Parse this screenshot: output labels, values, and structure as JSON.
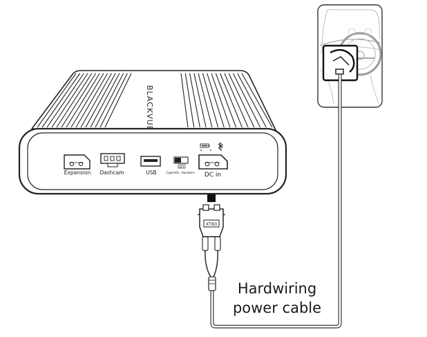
{
  "device": {
    "brand": "BLACKVUE",
    "ports": [
      {
        "id": "expansion",
        "label": "Expansion"
      },
      {
        "id": "dashcam",
        "label": "Dashcam"
      },
      {
        "id": "usb",
        "label": "USB"
      },
      {
        "id": "dcin",
        "label": "DC in"
      }
    ],
    "switch": {
      "option_left": "Cigarette",
      "option_right": "Hardwire",
      "mark": "OFF"
    }
  },
  "connector": {
    "label": "XT60"
  },
  "cable": {
    "caption_line1": "Hardwiring",
    "caption_line2": "power cable"
  },
  "icons": [
    "battery-icon",
    "bluetooth-icon",
    "arrow-up-icon",
    "car-dashboard-icon"
  ]
}
